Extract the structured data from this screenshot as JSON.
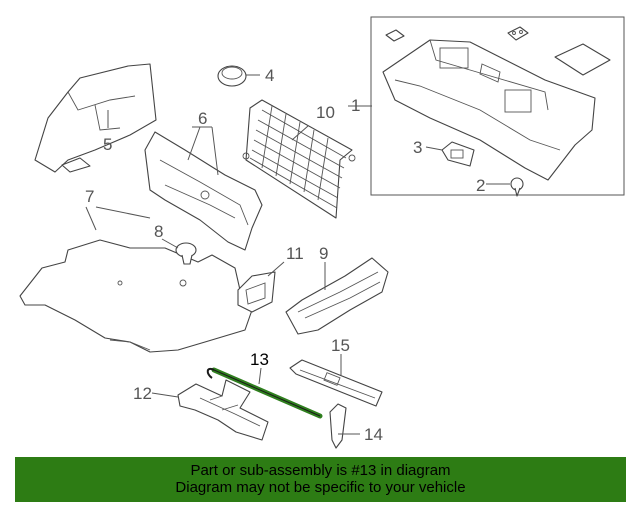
{
  "diagram": {
    "callouts": {
      "c1": "1",
      "c2": "2",
      "c3": "3",
      "c4": "4",
      "c5": "5",
      "c6": "6",
      "c7": "7",
      "c8": "8",
      "c9": "9",
      "c10": "10",
      "c11": "11",
      "c12": "12",
      "c13": "13",
      "c14": "14",
      "c15": "15"
    },
    "highlighted_part": "13"
  },
  "banner": {
    "line1": "Part or sub-assembly is #13 in diagram",
    "line2": "Diagram may not be specific to your vehicle",
    "color": "#2d7c14"
  }
}
